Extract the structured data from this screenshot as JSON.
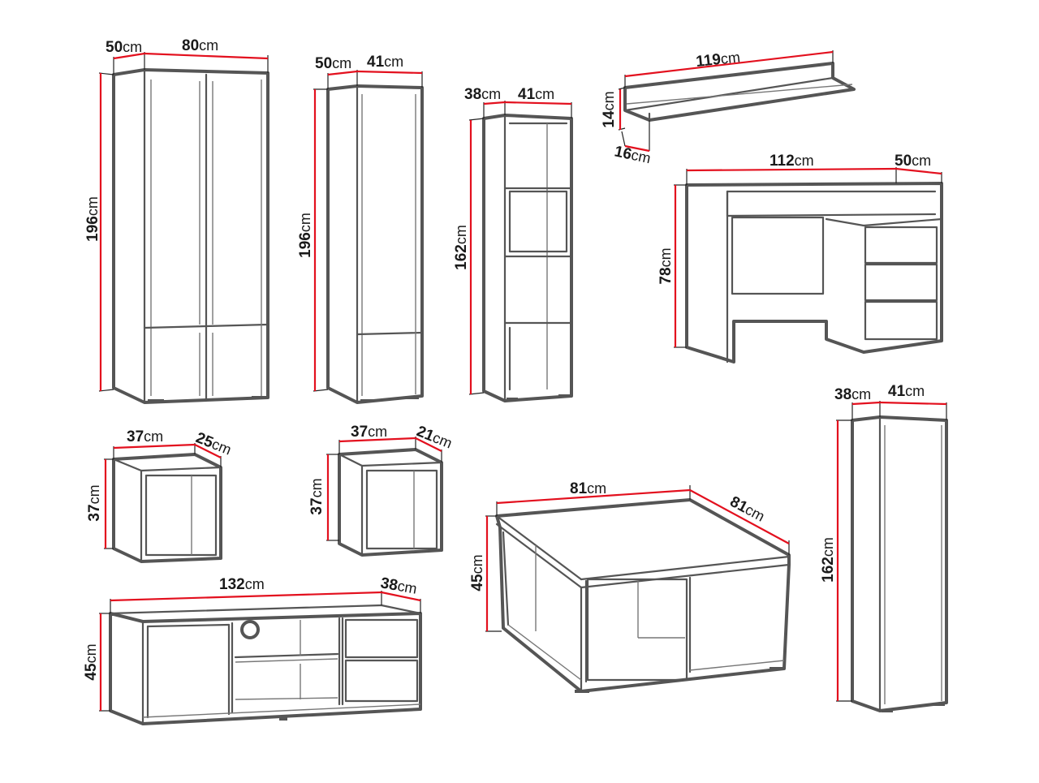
{
  "unit": "cm",
  "furniture": [
    {
      "id": "wardrobe-2-door",
      "dimensions": {
        "height": "196",
        "depth": "50",
        "width": "80"
      }
    },
    {
      "id": "wardrobe-1-door",
      "dimensions": {
        "height": "196",
        "depth": "50",
        "width": "41"
      }
    },
    {
      "id": "bookshelf",
      "dimensions": {
        "height": "162",
        "depth": "38",
        "width": "41"
      }
    },
    {
      "id": "wall-shelf",
      "dimensions": {
        "width": "119",
        "height": "14",
        "depth": "16"
      }
    },
    {
      "id": "desk",
      "dimensions": {
        "width": "112",
        "depth": "50",
        "height": "78"
      }
    },
    {
      "id": "wall-cube-small",
      "dimensions": {
        "width": "37",
        "depth": "25",
        "height": "37"
      }
    },
    {
      "id": "wall-cube",
      "dimensions": {
        "width": "37",
        "depth": "21",
        "height": "37"
      }
    },
    {
      "id": "tall-cabinet",
      "dimensions": {
        "depth": "38",
        "width": "41",
        "height": "162"
      }
    },
    {
      "id": "tv-stand",
      "dimensions": {
        "width": "132",
        "depth": "38",
        "height": "45"
      }
    },
    {
      "id": "coffee-table",
      "dimensions": {
        "width": "81",
        "depth": "81",
        "height": "45"
      }
    }
  ]
}
